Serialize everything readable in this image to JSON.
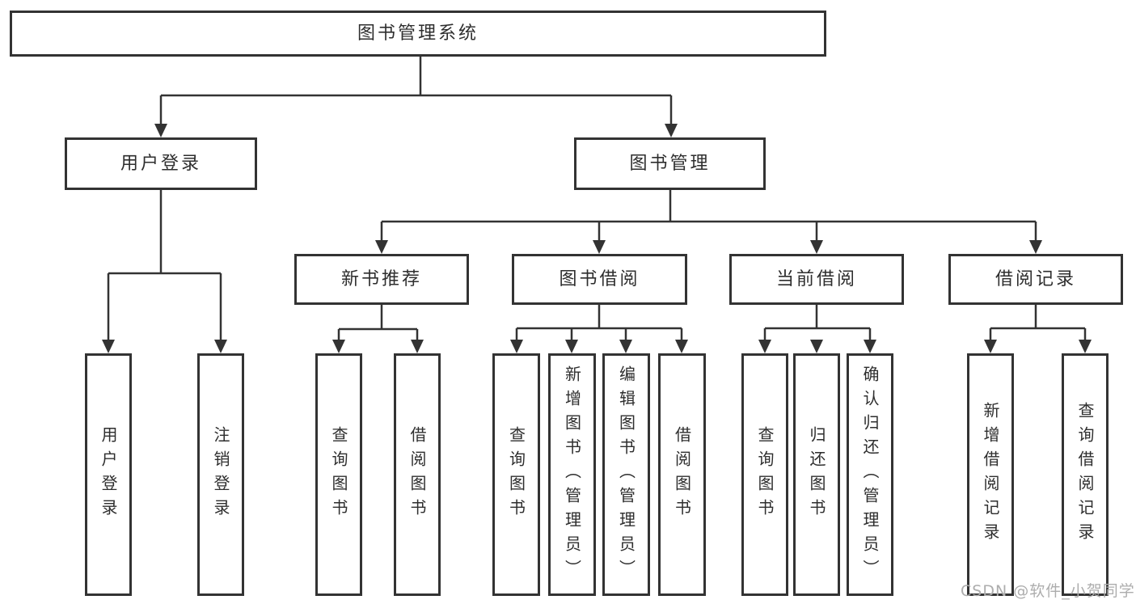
{
  "canvas": {
    "background": "#ffffff",
    "line_color": "#333333"
  },
  "watermark": {
    "text": "CSDN @软件_小贺同学",
    "color": "#adadad"
  },
  "tree": {
    "root": {
      "label": "图书管理系统",
      "children": [
        {
          "label": "用户登录",
          "children": [
            {
              "label": "用户登录"
            },
            {
              "label": "注销登录"
            }
          ]
        },
        {
          "label": "图书管理",
          "children": [
            {
              "label": "新书推荐",
              "children": [
                {
                  "label": "查询图书"
                },
                {
                  "label": "借阅图书"
                }
              ]
            },
            {
              "label": "图书借阅",
              "children": [
                {
                  "label": "查询图书"
                },
                {
                  "label": "新增图书（管理员）"
                },
                {
                  "label": "编辑图书（管理员）"
                },
                {
                  "label": "借阅图书"
                }
              ]
            },
            {
              "label": "当前借阅",
              "children": [
                {
                  "label": "查询图书"
                },
                {
                  "label": "归还图书"
                },
                {
                  "label": "确认归还（管理员）"
                }
              ]
            },
            {
              "label": "借阅记录",
              "children": [
                {
                  "label": "新增借阅记录"
                },
                {
                  "label": "查询借阅记录"
                }
              ]
            }
          ]
        }
      ]
    }
  }
}
